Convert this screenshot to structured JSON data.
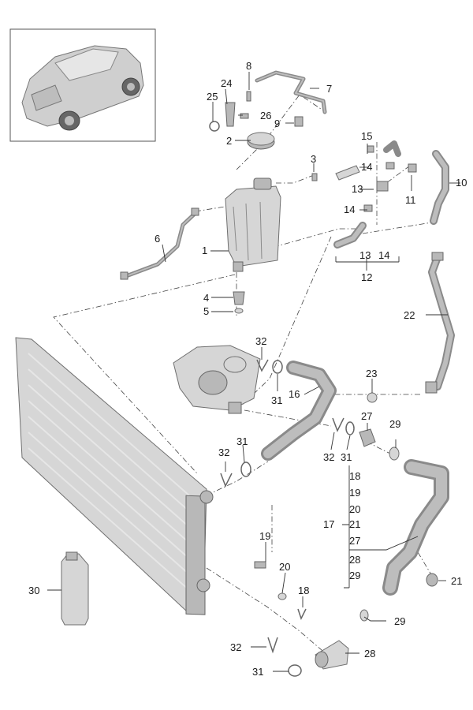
{
  "diagram": {
    "title": "Cooling system parts diagram",
    "accent_color": "#333333",
    "vehicle_thumbnail": {
      "icon": "suv-thumbnail-icon"
    },
    "callouts": {
      "c1": "1",
      "c2": "2",
      "c3": "3",
      "c4": "4",
      "c5": "5",
      "c6": "6",
      "c7": "7",
      "c8": "8",
      "c9": "9",
      "c10": "10",
      "c11": "11",
      "c12": "12",
      "c13a": "13",
      "c13b": "13",
      "c14a": "14",
      "c14b": "14",
      "c14c": "14",
      "c15": "15",
      "c16": "16",
      "c17": "17",
      "c18": "18",
      "c19": "19",
      "c20": "20",
      "c21": "21",
      "c22": "22",
      "c23": "23",
      "c24": "24",
      "c25": "25",
      "c26": "26",
      "c27": "27",
      "c28": "28",
      "c29a": "29",
      "c29b": "29",
      "c30": "30",
      "c31a": "31",
      "c31b": "31",
      "c31c": "31",
      "c31d": "31",
      "c32a": "32",
      "c32b": "32",
      "c32c": "32",
      "c32d": "32"
    },
    "group_17_items": [
      "18",
      "19",
      "20",
      "21",
      "27",
      "28",
      "29"
    ]
  }
}
